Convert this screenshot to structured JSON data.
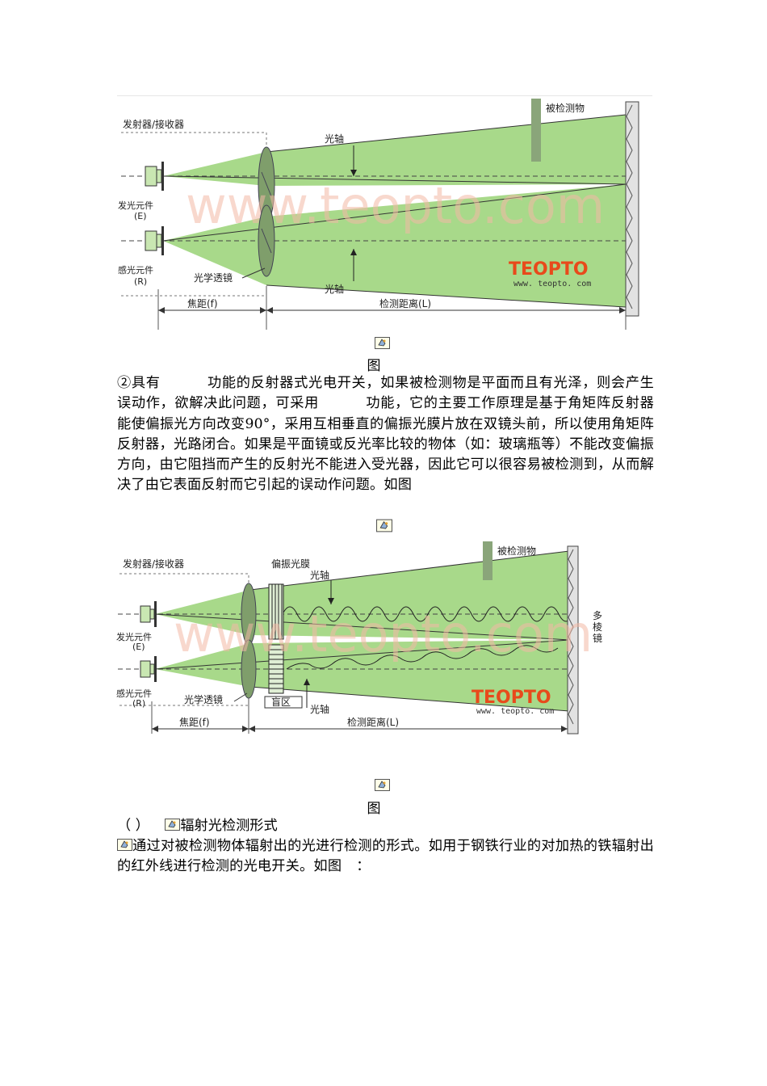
{
  "figure1": {
    "labels": {
      "emitter_receiver": "发射器/接收器",
      "optical_axis_top": "光轴",
      "optical_axis_bottom": "光轴",
      "target": "被检测物",
      "emitter": "发光元件",
      "emitter_code": "(E)",
      "receiver": "感光元件",
      "receiver_code": "(R)",
      "lens": "光学透镜",
      "focal": "焦距(f)",
      "distance": "检测距离(L)"
    },
    "watermark": "www.teopto.com",
    "brand": "TEOPTO",
    "brand_url": "www. teopto. com",
    "caption": "图"
  },
  "paragraph1": {
    "p1": "②具有",
    "p2": "功能的反射器式光电开关，如果被检测物是平面而且有光泽，则会产生误动作，欲解决此问题，可采用",
    "p3": "功能，它的主要工作原理是基于角矩阵反射器能使偏振光方向改变90°，采用互相垂直的偏振光膜片放在双镜头前，所以使用角矩阵反射器，光路闭合。如果是平面镜或反光率比较的物体（如：玻璃瓶等）不能改变偏振方向，由它阻挡而产生的反射光不能进入受光器，因此它可以很容易被检测到，从而解决了由它表面反射而它引起的误动作问题。如图"
  },
  "figure2": {
    "labels": {
      "emitter_receiver": "发射器/接收器",
      "polarizer": "偏振光膜",
      "optical_axis_top": "光轴",
      "optical_axis_bottom": "光轴",
      "target": "被检测物",
      "prism_1": "多",
      "prism_2": "棱",
      "prism_3": "镜",
      "emitter": "发光元件",
      "emitter_code": "(E)",
      "receiver": "感光元件",
      "receiver_code": "(R)",
      "lens": "光学透镜",
      "blind": "盲区",
      "focal": "焦距(f)",
      "distance": "检测距离(L)"
    },
    "watermark": "www.teopto.com",
    "brand": "TEOPTO",
    "brand_url": "www. teopto. com",
    "caption": "图"
  },
  "section": {
    "number": "（ ）",
    "title": "辐射光检测形式",
    "body": "通过对被检测物体辐射出的光进行检测的形式。如用于钢铁行业的对加热的铁辐射出的红外线进行检测的光电开关。如图",
    "body_end": "："
  },
  "colors": {
    "beam_green": "#a8d98a",
    "lens_green": "#7f9e6b",
    "target_green": "#8aa57a",
    "brand_red": "#e84a1b",
    "brand_gray": "#8a8a8a"
  },
  "icons": [
    "image-placeholder-icon"
  ]
}
